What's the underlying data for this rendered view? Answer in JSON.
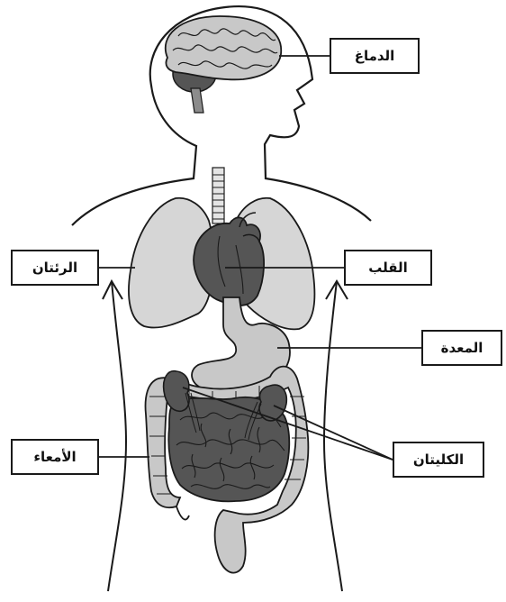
{
  "labels": {
    "brain": "الدماغ",
    "lungs": "الرئتان",
    "heart": "القلب",
    "stomach": "المعدة",
    "intestines": "الأمعاء",
    "kidneys": "الكليتان"
  },
  "colors": {
    "outline": "#1a1a1a",
    "dark_organ": "#555555",
    "mid_organ": "#8c8c8c",
    "light_organ": "#c8c8c8",
    "lighter_organ": "#d6d6d6",
    "background": "#ffffff"
  }
}
